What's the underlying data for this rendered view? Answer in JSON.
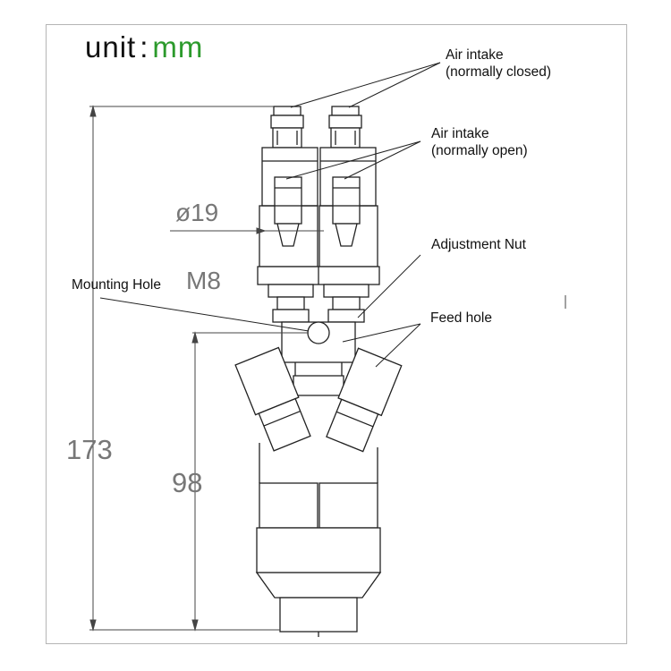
{
  "unit": {
    "label": "unit",
    "separator": ":",
    "value": "mm",
    "value_color": "#2c9a2c"
  },
  "callouts": {
    "air_intake_closed_line1": "Air intake",
    "air_intake_closed_line2": "(normally closed)",
    "air_intake_open_line1": "Air intake",
    "air_intake_open_line2": "(normally open)",
    "adjustment_nut": "Adjustment Nut",
    "mounting_hole": "Mounting Hole",
    "feed_hole": "Feed hole"
  },
  "dimensions": {
    "diameter": "ø19",
    "mounting_hole_size": "M8",
    "total_height": "173",
    "lower_height": "98"
  }
}
